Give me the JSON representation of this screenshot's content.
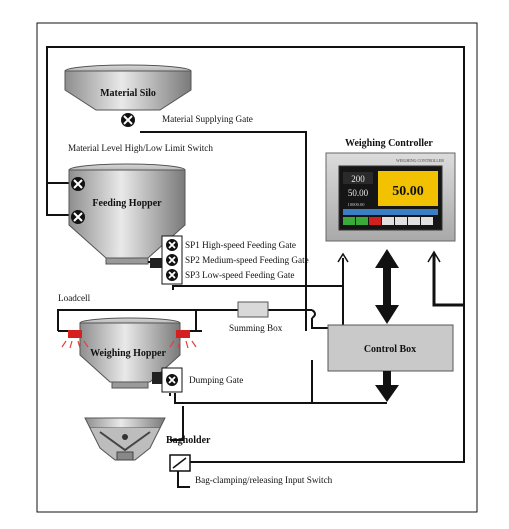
{
  "labels": {
    "material_silo": "Material Silo",
    "material_supplying_gate": "Material Supplying Gate",
    "level_switch": "Material Level High/Low Limit Switch",
    "feeding_hopper": "Feeding Hopper",
    "sp1": "SP1 High-speed Feeding Gate",
    "sp2": "SP2 Medium-speed Feeding Gate",
    "sp3": "SP3 Low-speed Feeding Gate",
    "loadcell": "Loadcell",
    "summing_box": "Summing Box",
    "weighing_hopper": "Weighing Hopper",
    "dumping_gate": "Dumping Gate",
    "bagholder": "Bagholder",
    "bag_switch": "Bag-clamping/releasing Input Switch",
    "weighing_controller": "Weighing Controller",
    "control_box": "Control Box"
  },
  "controller_screen": {
    "header": "WEIGHING CONTROLLER",
    "setpoint": "200",
    "sub_value": "50.00",
    "total": "10000.00",
    "main_reading": "50.00"
  },
  "colors": {
    "wire": "#111111",
    "panel": "#c9c9c9",
    "screen": "#151515",
    "reading": "#f2c200",
    "loadcell_red": "#d42020"
  }
}
